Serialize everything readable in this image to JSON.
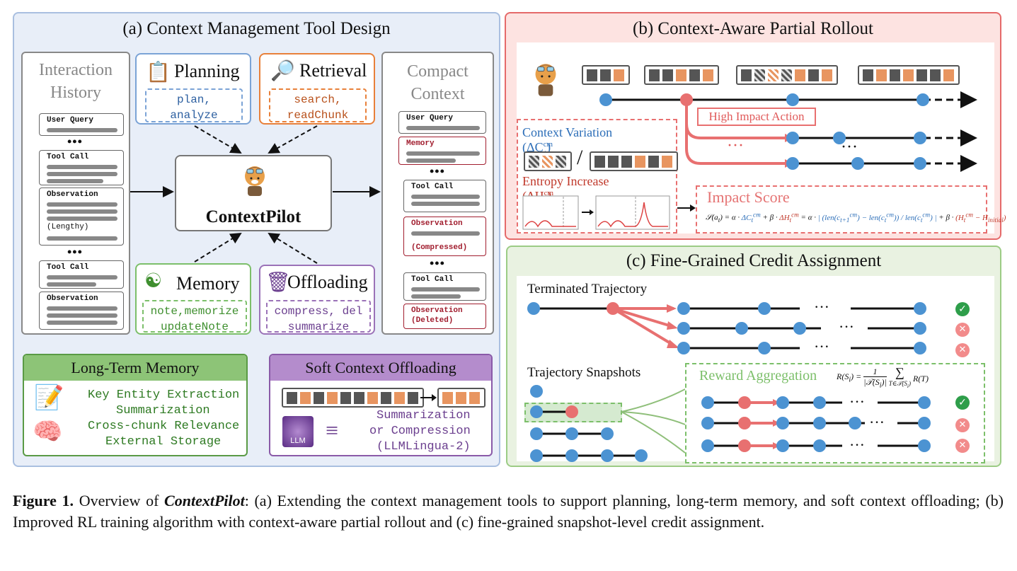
{
  "panel_a": {
    "title": "(a) Context Management Tool Design",
    "interaction_history": {
      "title_line1": "Interaction",
      "title_line2": "History",
      "cards": [
        {
          "label": "User Query"
        },
        {
          "label": "Tool Call"
        },
        {
          "label": "Observation",
          "sub": "(Lengthy)"
        },
        {
          "label": "Tool Call"
        },
        {
          "label": "Observation"
        }
      ],
      "dots": "•••"
    },
    "compact_context": {
      "title_line1": "Compact",
      "title_line2": "Context",
      "cards": [
        {
          "label": "User Query"
        },
        {
          "label": "Memory"
        },
        {
          "label": "Tool Call"
        },
        {
          "label": "Observation",
          "sub": "(Compressed)"
        },
        {
          "label": "Tool Call"
        },
        {
          "label": "Observation",
          "sub": "(Deleted)"
        }
      ]
    },
    "center_label": "ContextPilot",
    "planning": {
      "name": "Planning",
      "line1": "plan,",
      "line2": "analyze",
      "color": "#7ba3d6"
    },
    "retrieval": {
      "name": "Retrieval",
      "line1": "search,",
      "line2": "readChunk",
      "color": "#e8803a"
    },
    "memory": {
      "name": "Memory",
      "line1": "note,memorize",
      "line2": "updateNote",
      "color": "#7cbf6a"
    },
    "offloading": {
      "name": "Offloading",
      "line1": "compress, del",
      "line2": "summarize",
      "color": "#9b72b8"
    },
    "long_term_memory": {
      "title": "Long-Term Memory",
      "items": [
        "Key Entity Extraction",
        "Summarization",
        "Cross-chunk Relevance",
        "External Storage"
      ]
    },
    "soft_offloading": {
      "title": "Soft Context Offloading",
      "llm_label": "LLM",
      "items": [
        "Summarization",
        "or Compression",
        "(LLMLingua-2)"
      ]
    }
  },
  "panel_b": {
    "title": "(b) Context-Aware Partial Rollout",
    "high_impact": "High Impact Action",
    "context_variation": "Context Variation (ΔC",
    "context_variation_sup": "cm",
    "context_variation_sub": "t",
    "entropy_increase": "Entropy Increase (ΔH",
    "entropy_sup": "cm",
    "entropy_sub": "t",
    "impact_score_title": "Impact Score",
    "impact_formula": "S(a_t) = α · ΔC_t^cm + β · ΔH_t^cm = α · |(len(c_{t+1}^cm) − len(c_t^cm)) / len(c_t^cm)| + β · (H_t^cm − H_initial)",
    "dots": "···"
  },
  "panel_c": {
    "title": "(c) Fine-Grained Credit Assignment",
    "terminated": "Terminated Trajectory",
    "snapshots": "Trajectory Snapshots",
    "reward_aggregation": "Reward Aggregation",
    "reward_formula": "R(S_i) = 1/|T(S_i)| Σ_{T∈T(S_i)} R(T)",
    "dots": "···",
    "outcomes_top": [
      "success",
      "fail",
      "fail"
    ],
    "outcomes_bottom": [
      "success",
      "fail",
      "fail"
    ]
  },
  "caption": {
    "label": "Figure 1.",
    "text_pre": " Overview of ",
    "name": "ContextPilot",
    "text_post": ": (a) Extending the context management tools to support planning, long-term memory, and soft context offloading; (b) Improved RL training algorithm with context-aware partial rollout and (c) fine-grained snapshot-level credit assignment."
  },
  "colors": {
    "panel_a_bg": "#e8eef8",
    "panel_a_border": "#a9bfe0",
    "panel_b_bg": "#fde3e1",
    "panel_b_border": "#e56a6a",
    "panel_c_bg": "#e9f2e1",
    "panel_c_border": "#9ccc85",
    "node_blue": "#4c93d2",
    "node_red": "#e87070",
    "check_green": "#2e9e4a",
    "cross_red": "#e05a5a"
  }
}
